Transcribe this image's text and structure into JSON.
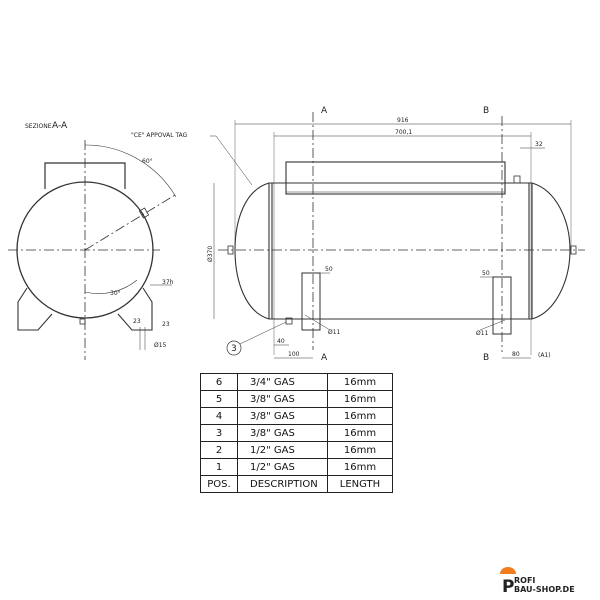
{
  "labels": {
    "section": "SEZIONE",
    "section_id": "A-A",
    "ce_tag": "\"CE\" APPOVAL TAG",
    "angle60": "60°",
    "angle30": "30°",
    "d37h": "37h",
    "d23a": "23",
    "d23b": "23",
    "d15": "Ø15",
    "sec_a": "A",
    "sec_b": "B",
    "d916": "916",
    "d700": "700,1",
    "d32": "32",
    "d370": "Ø370",
    "d50a": "50",
    "d50b": "50",
    "d11a": "Ø11",
    "d11b": "Ø11",
    "d40": "40",
    "d100": "100",
    "d80": "80",
    "sheet": "(A1)",
    "callout": "3"
  },
  "table": {
    "rows": [
      {
        "pos": "6",
        "desc": "3/4\" GAS",
        "len": "16mm"
      },
      {
        "pos": "5",
        "desc": "3/8\" GAS",
        "len": "16mm"
      },
      {
        "pos": "4",
        "desc": "3/8\" GAS",
        "len": "16mm"
      },
      {
        "pos": "3",
        "desc": "3/8\" GAS",
        "len": "16mm"
      },
      {
        "pos": "2",
        "desc": "1/2\" GAS",
        "len": "16mm"
      },
      {
        "pos": "1",
        "desc": "1/2\" GAS",
        "len": "16mm"
      }
    ],
    "header": {
      "pos": "POS.",
      "desc": "DESCRIPTION",
      "len": "LENGTH"
    }
  },
  "logo": {
    "line1": "ROFI",
    "line2": "BAU-SHOP.DE",
    "brand_color": "#f07c1e"
  }
}
